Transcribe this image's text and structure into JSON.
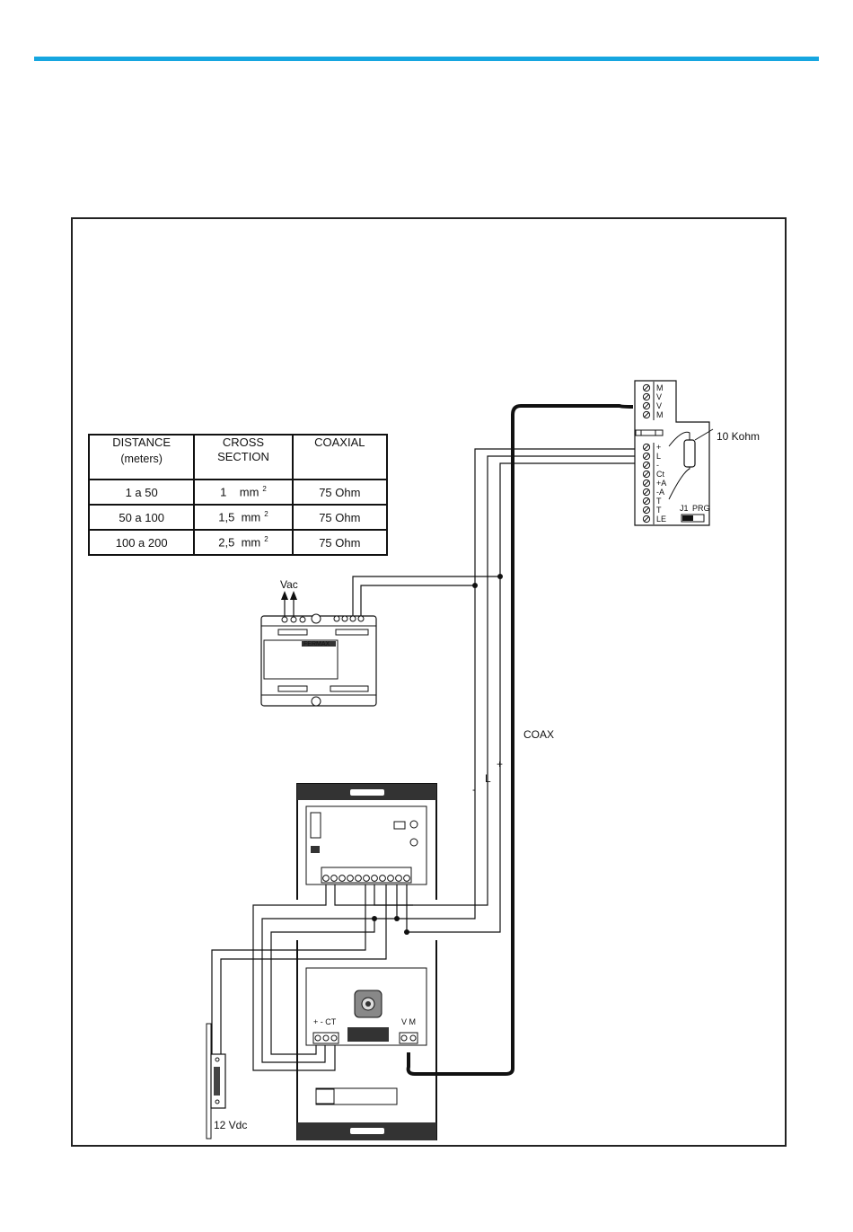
{
  "table": {
    "headers": [
      {
        "title": "DISTANCE",
        "sub": "(meters)"
      },
      {
        "title": "CROSS",
        "sub": "SECTION"
      },
      {
        "title": "COAXIAL",
        "sub": ""
      }
    ],
    "rows": [
      {
        "distance": "1 a 50",
        "section": "1",
        "unit": "mm",
        "exp": "2",
        "coax": "75 Ohm"
      },
      {
        "distance": "50 a 100",
        "section": "1,5",
        "unit": "mm",
        "exp": "2",
        "coax": "75 Ohm"
      },
      {
        "distance": "100 a 200",
        "section": "2,5",
        "unit": "mm",
        "exp": "2",
        "coax": "75 Ohm"
      }
    ]
  },
  "labels": {
    "vac": "Vac",
    "coax": "COAX",
    "vdc": "12 Vdc",
    "resistor": "10 Kohm",
    "brand": "FERMAX",
    "jumper": "J1",
    "prog": "PRG",
    "line_l": "L",
    "line_plus": "+",
    "line_minus": "-",
    "panel_terms": "+  -  CT",
    "video_terms": "V  M"
  },
  "monitor_terminals": [
    "M",
    "V",
    "V",
    "M",
    "+",
    "L",
    "-",
    "Ct",
    "+A",
    "-A",
    "T",
    "T",
    "LE"
  ],
  "colors": {
    "accent": "#16a6e0",
    "line": "#111111"
  }
}
